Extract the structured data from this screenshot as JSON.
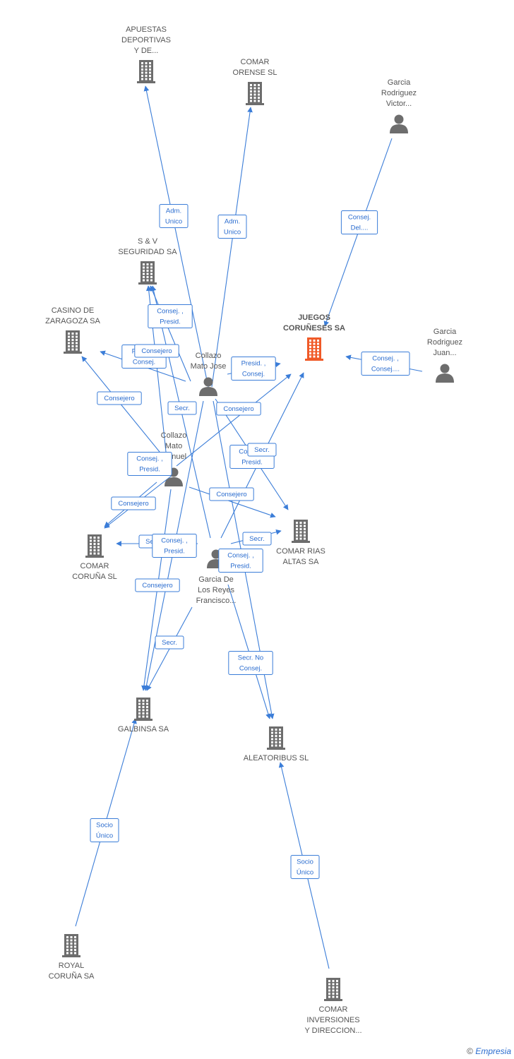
{
  "colors": {
    "edge": "#3b7dd8",
    "company": "#6d6d6d",
    "focus_company": "#f05a28",
    "person": "#6d6d6d"
  },
  "nodes": [
    {
      "id": "apuestas",
      "type": "company",
      "label": [
        "APUESTAS",
        "DEPORTIVAS",
        "Y DE..."
      ]
    },
    {
      "id": "comar_orense",
      "type": "company",
      "label": [
        "COMAR",
        "ORENSE SL"
      ]
    },
    {
      "id": "garcia_victor",
      "type": "person",
      "label": [
        "Garcia",
        "Rodriguez",
        "Victor..."
      ]
    },
    {
      "id": "sv",
      "type": "company",
      "label": [
        "S & V",
        "SEGURIDAD SA"
      ]
    },
    {
      "id": "casino",
      "type": "company",
      "label": [
        "CASINO DE",
        "ZARAGOZA SA"
      ]
    },
    {
      "id": "juegos",
      "type": "company",
      "focus": true,
      "label": [
        "JUEGOS",
        "CORUÑESES SA"
      ]
    },
    {
      "id": "garcia_juan",
      "type": "person",
      "label": [
        "Garcia",
        "Rodriguez",
        "Juan..."
      ]
    },
    {
      "id": "collazo_jose",
      "type": "person",
      "label": [
        "Collazo",
        "Mato Jose"
      ]
    },
    {
      "id": "collazo_manuel",
      "type": "person",
      "label": [
        "Collazo",
        "Mato",
        "Manuel"
      ]
    },
    {
      "id": "comar_rias",
      "type": "company",
      "label": [
        "COMAR RIAS",
        "ALTAS SA"
      ]
    },
    {
      "id": "comar_coruna",
      "type": "company",
      "label": [
        "COMAR",
        "CORUÑA SL"
      ]
    },
    {
      "id": "garcia_reyes",
      "type": "person",
      "label": [
        "Garcia De",
        "Los Reyes",
        "Francisco..."
      ]
    },
    {
      "id": "galbinsa",
      "type": "company",
      "label": [
        "GALBINSA SA"
      ]
    },
    {
      "id": "aleatoribus",
      "type": "company",
      "label": [
        "ALEATORIBUS SL"
      ]
    },
    {
      "id": "royal",
      "type": "company",
      "label": [
        "ROYAL",
        "CORUÑA SA"
      ]
    },
    {
      "id": "comar_inv",
      "type": "company",
      "label": [
        "COMAR",
        "INVERSIONES",
        "Y DIRECCION..."
      ]
    }
  ],
  "edges": [
    {
      "from": "collazo_jose",
      "to": "apuestas",
      "label": [
        "Adm.",
        "Unico"
      ]
    },
    {
      "from": "collazo_jose",
      "to": "comar_orense",
      "label": [
        "Adm.",
        "Unico"
      ]
    },
    {
      "from": "garcia_victor",
      "to": "juegos",
      "label": [
        "Consej.",
        "Del...."
      ]
    },
    {
      "from": "garcia_juan",
      "to": "juegos",
      "label": [
        "Consej. ,",
        "Consej...."
      ]
    },
    {
      "from": "collazo_jose",
      "to": "juegos",
      "label": [
        "Presid. ,",
        "Consej."
      ]
    },
    {
      "from": "collazo_jose",
      "to": "sv",
      "label": [
        "Consej. ,",
        "Presid."
      ]
    },
    {
      "from": "collazo_jose",
      "to": "casino",
      "label": [
        "Presid. ,",
        "Consej."
      ]
    },
    {
      "from": "collazo_manuel",
      "to": "casino",
      "label": [
        "Consejero"
      ]
    },
    {
      "from": "collazo_manuel",
      "to": "sv",
      "label": [
        "Consejero"
      ]
    },
    {
      "from": "garcia_reyes",
      "to": "sv",
      "label": [
        "Secr."
      ]
    },
    {
      "from": "collazo_manuel",
      "to": "juegos",
      "label": [
        "Consejero"
      ]
    },
    {
      "from": "collazo_jose",
      "to": "comar_rias",
      "label": [
        "Consej. ,",
        "Presid."
      ]
    },
    {
      "from": "garcia_reyes",
      "to": "juegos",
      "label": [
        "Secr."
      ]
    },
    {
      "from": "collazo_manuel",
      "to": "comar_rias",
      "label": [
        "Consejero"
      ]
    },
    {
      "from": "collazo_manuel",
      "to": "comar_coruna",
      "label": [
        "Consejero"
      ]
    },
    {
      "from": "collazo_jose",
      "to": "comar_coruna",
      "label": [
        "Consej. ,",
        "Presid."
      ]
    },
    {
      "from": "garcia_reyes",
      "to": "comar_coruna",
      "label": [
        "Secr."
      ]
    },
    {
      "from": "garcia_reyes",
      "to": "comar_rias",
      "label": [
        "Secr."
      ]
    },
    {
      "from": "collazo_jose",
      "to": "galbinsa",
      "label": [
        "Consej. ,",
        "Presid."
      ]
    },
    {
      "from": "collazo_manuel",
      "to": "galbinsa",
      "label": [
        "Consejero"
      ]
    },
    {
      "from": "garcia_reyes",
      "to": "galbinsa",
      "label": [
        "Secr."
      ]
    },
    {
      "from": "collazo_jose",
      "to": "aleatoribus",
      "label": [
        "Consej. ,",
        "Presid."
      ]
    },
    {
      "from": "garcia_reyes",
      "to": "aleatoribus",
      "label": [
        "Secr.  No",
        "Consej."
      ]
    },
    {
      "from": "royal",
      "to": "galbinsa",
      "label": [
        "Socio",
        "Único"
      ]
    },
    {
      "from": "comar_inv",
      "to": "aleatoribus",
      "label": [
        "Socio",
        "Único"
      ]
    }
  ],
  "footer": {
    "copyright": "©",
    "brand": "Empresia"
  }
}
